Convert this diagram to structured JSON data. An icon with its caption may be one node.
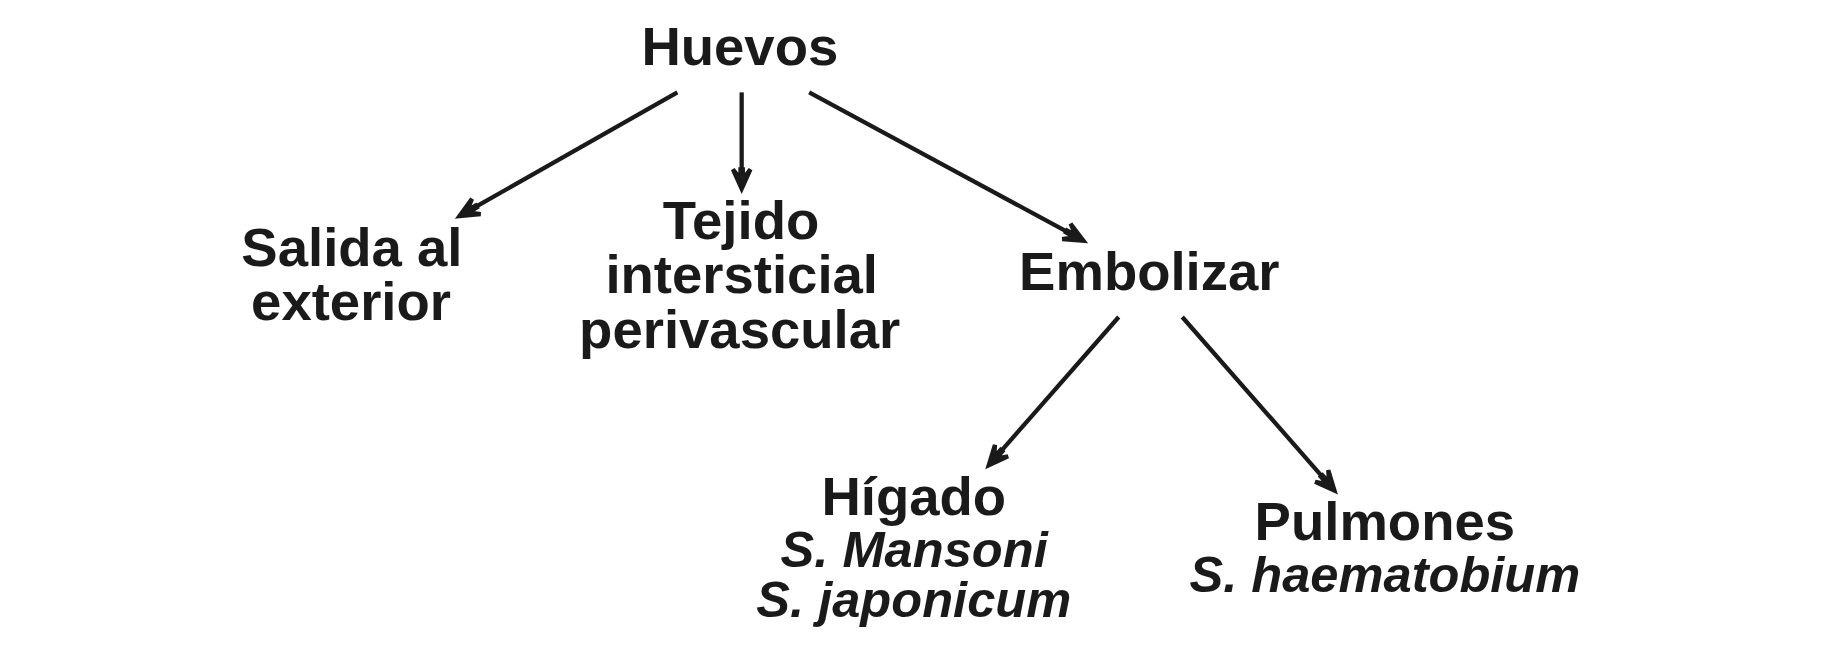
{
  "diagram": {
    "nodes": [
      {
        "text": [
          "Huevos"
        ]
      },
      {
        "text": [
          "Salida al exterior"
        ]
      },
      {
        "text": [
          "Tejido intersticial perivascular"
        ]
      },
      {
        "text": [
          "Embolizar"
        ]
      },
      {
        "text": [
          "Hígado",
          "S. Mansoni",
          "S. japonicum"
        ]
      },
      {
        "text": [
          "Pulmones",
          "S. haematobium"
        ]
      }
    ],
    "edges": [
      {
        "from": 0,
        "to": 1,
        "arrow": "to"
      },
      {
        "from": 0,
        "to": 2,
        "arrow": "to"
      },
      {
        "from": 0,
        "to": 3,
        "arrow": "to"
      },
      {
        "from": 3,
        "to": 4,
        "arrow": "to"
      },
      {
        "from": 3,
        "to": 5,
        "arrow": "to"
      }
    ]
  }
}
